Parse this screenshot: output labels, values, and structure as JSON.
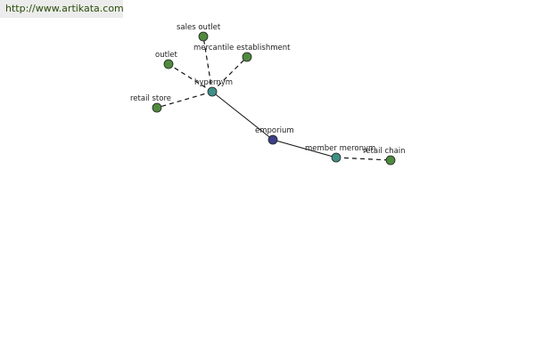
{
  "banner": {
    "url": "http://www.artikata.com"
  },
  "colors": {
    "center": "#3b3f86",
    "relation": "#3f8f86",
    "term": "#4f8a3f",
    "banner_bg": "#ececec",
    "banner_text": "#2a4d0a"
  },
  "nodes": {
    "emporium": {
      "label": "emporium",
      "kind": "center"
    },
    "hypernym": {
      "label": "hypernym",
      "kind": "relation"
    },
    "member_meronym": {
      "label": "member meronym",
      "kind": "relation"
    },
    "sales_outlet": {
      "label": "sales outlet",
      "kind": "term"
    },
    "mercantile_establishment": {
      "label": "mercantile establishment",
      "kind": "term"
    },
    "outlet": {
      "label": "outlet",
      "kind": "term"
    },
    "retail_store": {
      "label": "retail store",
      "kind": "term"
    },
    "retail_chain": {
      "label": "retail chain",
      "kind": "term"
    }
  },
  "edges": [
    {
      "from": "emporium",
      "to": "hypernym",
      "style": "solid"
    },
    {
      "from": "emporium",
      "to": "member_meronym",
      "style": "solid"
    },
    {
      "from": "hypernym",
      "to": "sales_outlet",
      "style": "dashed"
    },
    {
      "from": "hypernym",
      "to": "mercantile_establishment",
      "style": "dashed"
    },
    {
      "from": "hypernym",
      "to": "outlet",
      "style": "dashed"
    },
    {
      "from": "hypernym",
      "to": "retail_store",
      "style": "dashed"
    },
    {
      "from": "member_meronym",
      "to": "retail_chain",
      "style": "dashed"
    }
  ]
}
